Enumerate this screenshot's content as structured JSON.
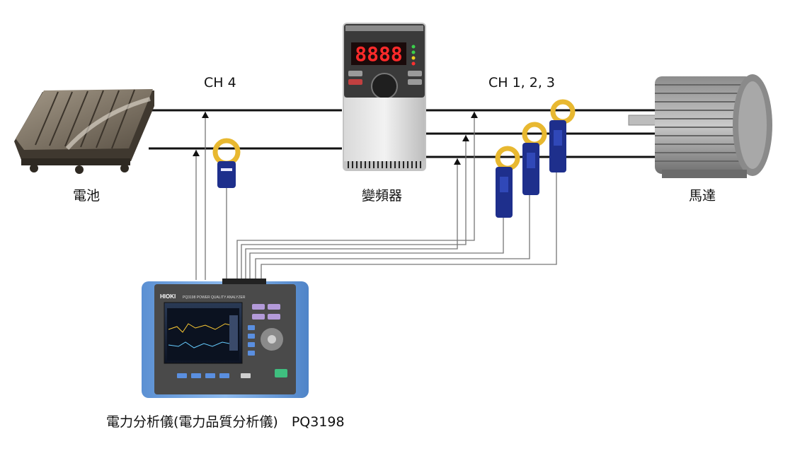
{
  "labels": {
    "ch4": "CH 4",
    "ch123": "CH 1, 2, 3",
    "battery": "電池",
    "inverter": "變頻器",
    "motor": "馬達",
    "analyzer": "電力分析儀(電力品質分析儀)　PQ3198"
  },
  "inverter_display": "8888",
  "analyzer_brand": "HIOKI",
  "analyzer_model_text": "PQ3198 POWER QUALITY ANALYZER",
  "colors": {
    "wire": "#111111",
    "signal": "#777777",
    "probe_yellow": "#e8b830",
    "probe_blue": "#1e2f8c",
    "display_red": "#ff2a2a",
    "analyzer_frame": "#6fa3df"
  }
}
